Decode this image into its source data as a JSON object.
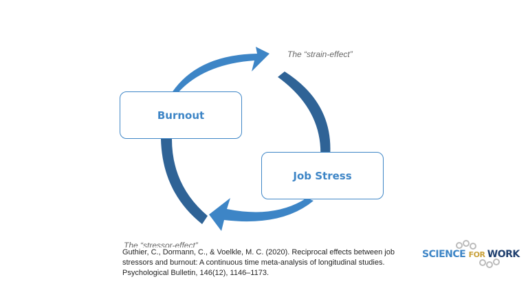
{
  "nodes": {
    "burnout": "Burnout",
    "job_stress": "Job Stress"
  },
  "labels": {
    "strain": "The “strain-effect”",
    "stressor": "The “stressor-effect”"
  },
  "citation": [
    "Guthier, C., Dormann, C., & Voelkle, M. C. (2020). Reciprocal effects between job",
    "stressors and burnout: A continuous time meta-analysis of longitudinal studies.",
    "Psychological Bulletin, 146(12), 1146–1173."
  ],
  "logo": {
    "part1": "SCIEN",
    "part2": "C",
    "part3": "E ",
    "part4": "F",
    "part5": "OR ",
    "part6": "W",
    "part7": "O",
    "part8": "RK"
  },
  "colors": {
    "light": "#3d85c6",
    "dark": "#2f6396"
  }
}
